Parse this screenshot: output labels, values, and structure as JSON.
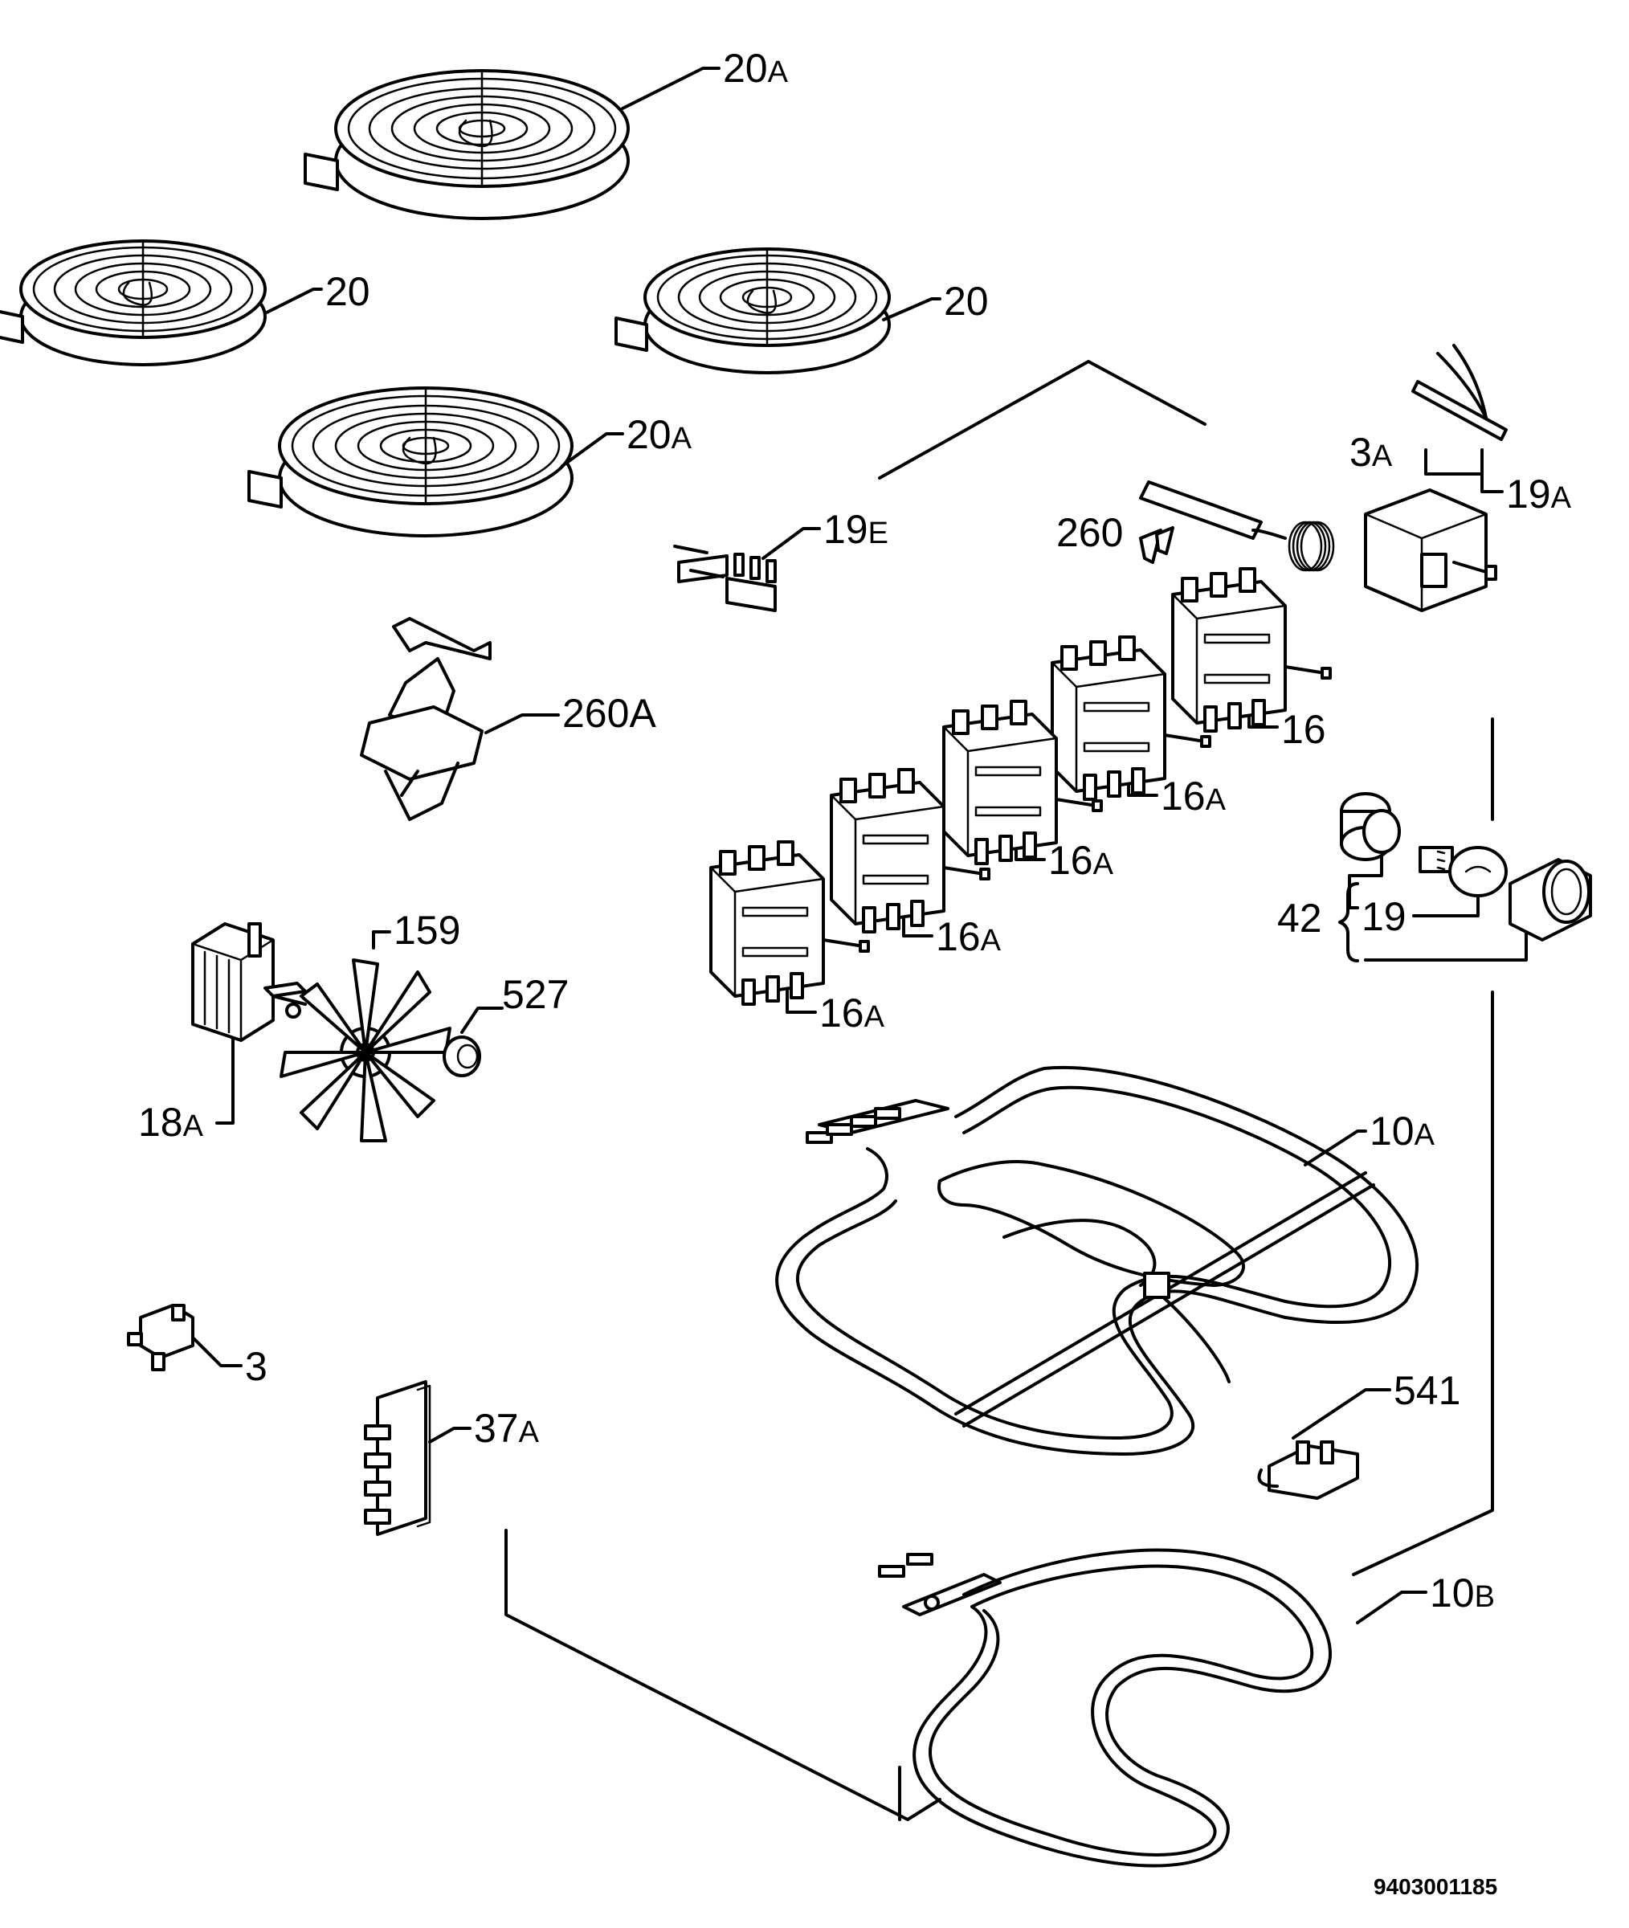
{
  "labels": {
    "l20a_top": {
      "num": "20",
      "suf": "A"
    },
    "l20_left": {
      "num": "20",
      "suf": ""
    },
    "l20_right": {
      "num": "20",
      "suf": ""
    },
    "l20a_mid": {
      "num": "20",
      "suf": "A"
    },
    "l19e": {
      "num": "19",
      "suf": "E"
    },
    "l3a": {
      "num": "3",
      "suf": "A"
    },
    "l19a": {
      "num": "19",
      "suf": "A"
    },
    "l260": {
      "num": "260",
      "suf": ""
    },
    "l260a": {
      "num": "260",
      "suf": "A"
    },
    "l16": {
      "num": "16",
      "suf": ""
    },
    "l16a_1": {
      "num": "16",
      "suf": "A"
    },
    "l16a_2": {
      "num": "16",
      "suf": "A"
    },
    "l16a_3": {
      "num": "16",
      "suf": "A"
    },
    "l16a_4": {
      "num": "16",
      "suf": "A"
    },
    "l42": {
      "num": "42",
      "suf": ""
    },
    "l19": {
      "num": "19",
      "suf": ""
    },
    "l159": {
      "num": "159",
      "suf": ""
    },
    "l527": {
      "num": "527",
      "suf": ""
    },
    "l18a": {
      "num": "18",
      "suf": "A"
    },
    "l10a": {
      "num": "10",
      "suf": "A"
    },
    "l541": {
      "num": "541",
      "suf": ""
    },
    "l3": {
      "num": "3",
      "suf": ""
    },
    "l37a": {
      "num": "37",
      "suf": "A"
    },
    "l10b": {
      "num": "10",
      "suf": "B"
    }
  },
  "document_number": "9403001185"
}
